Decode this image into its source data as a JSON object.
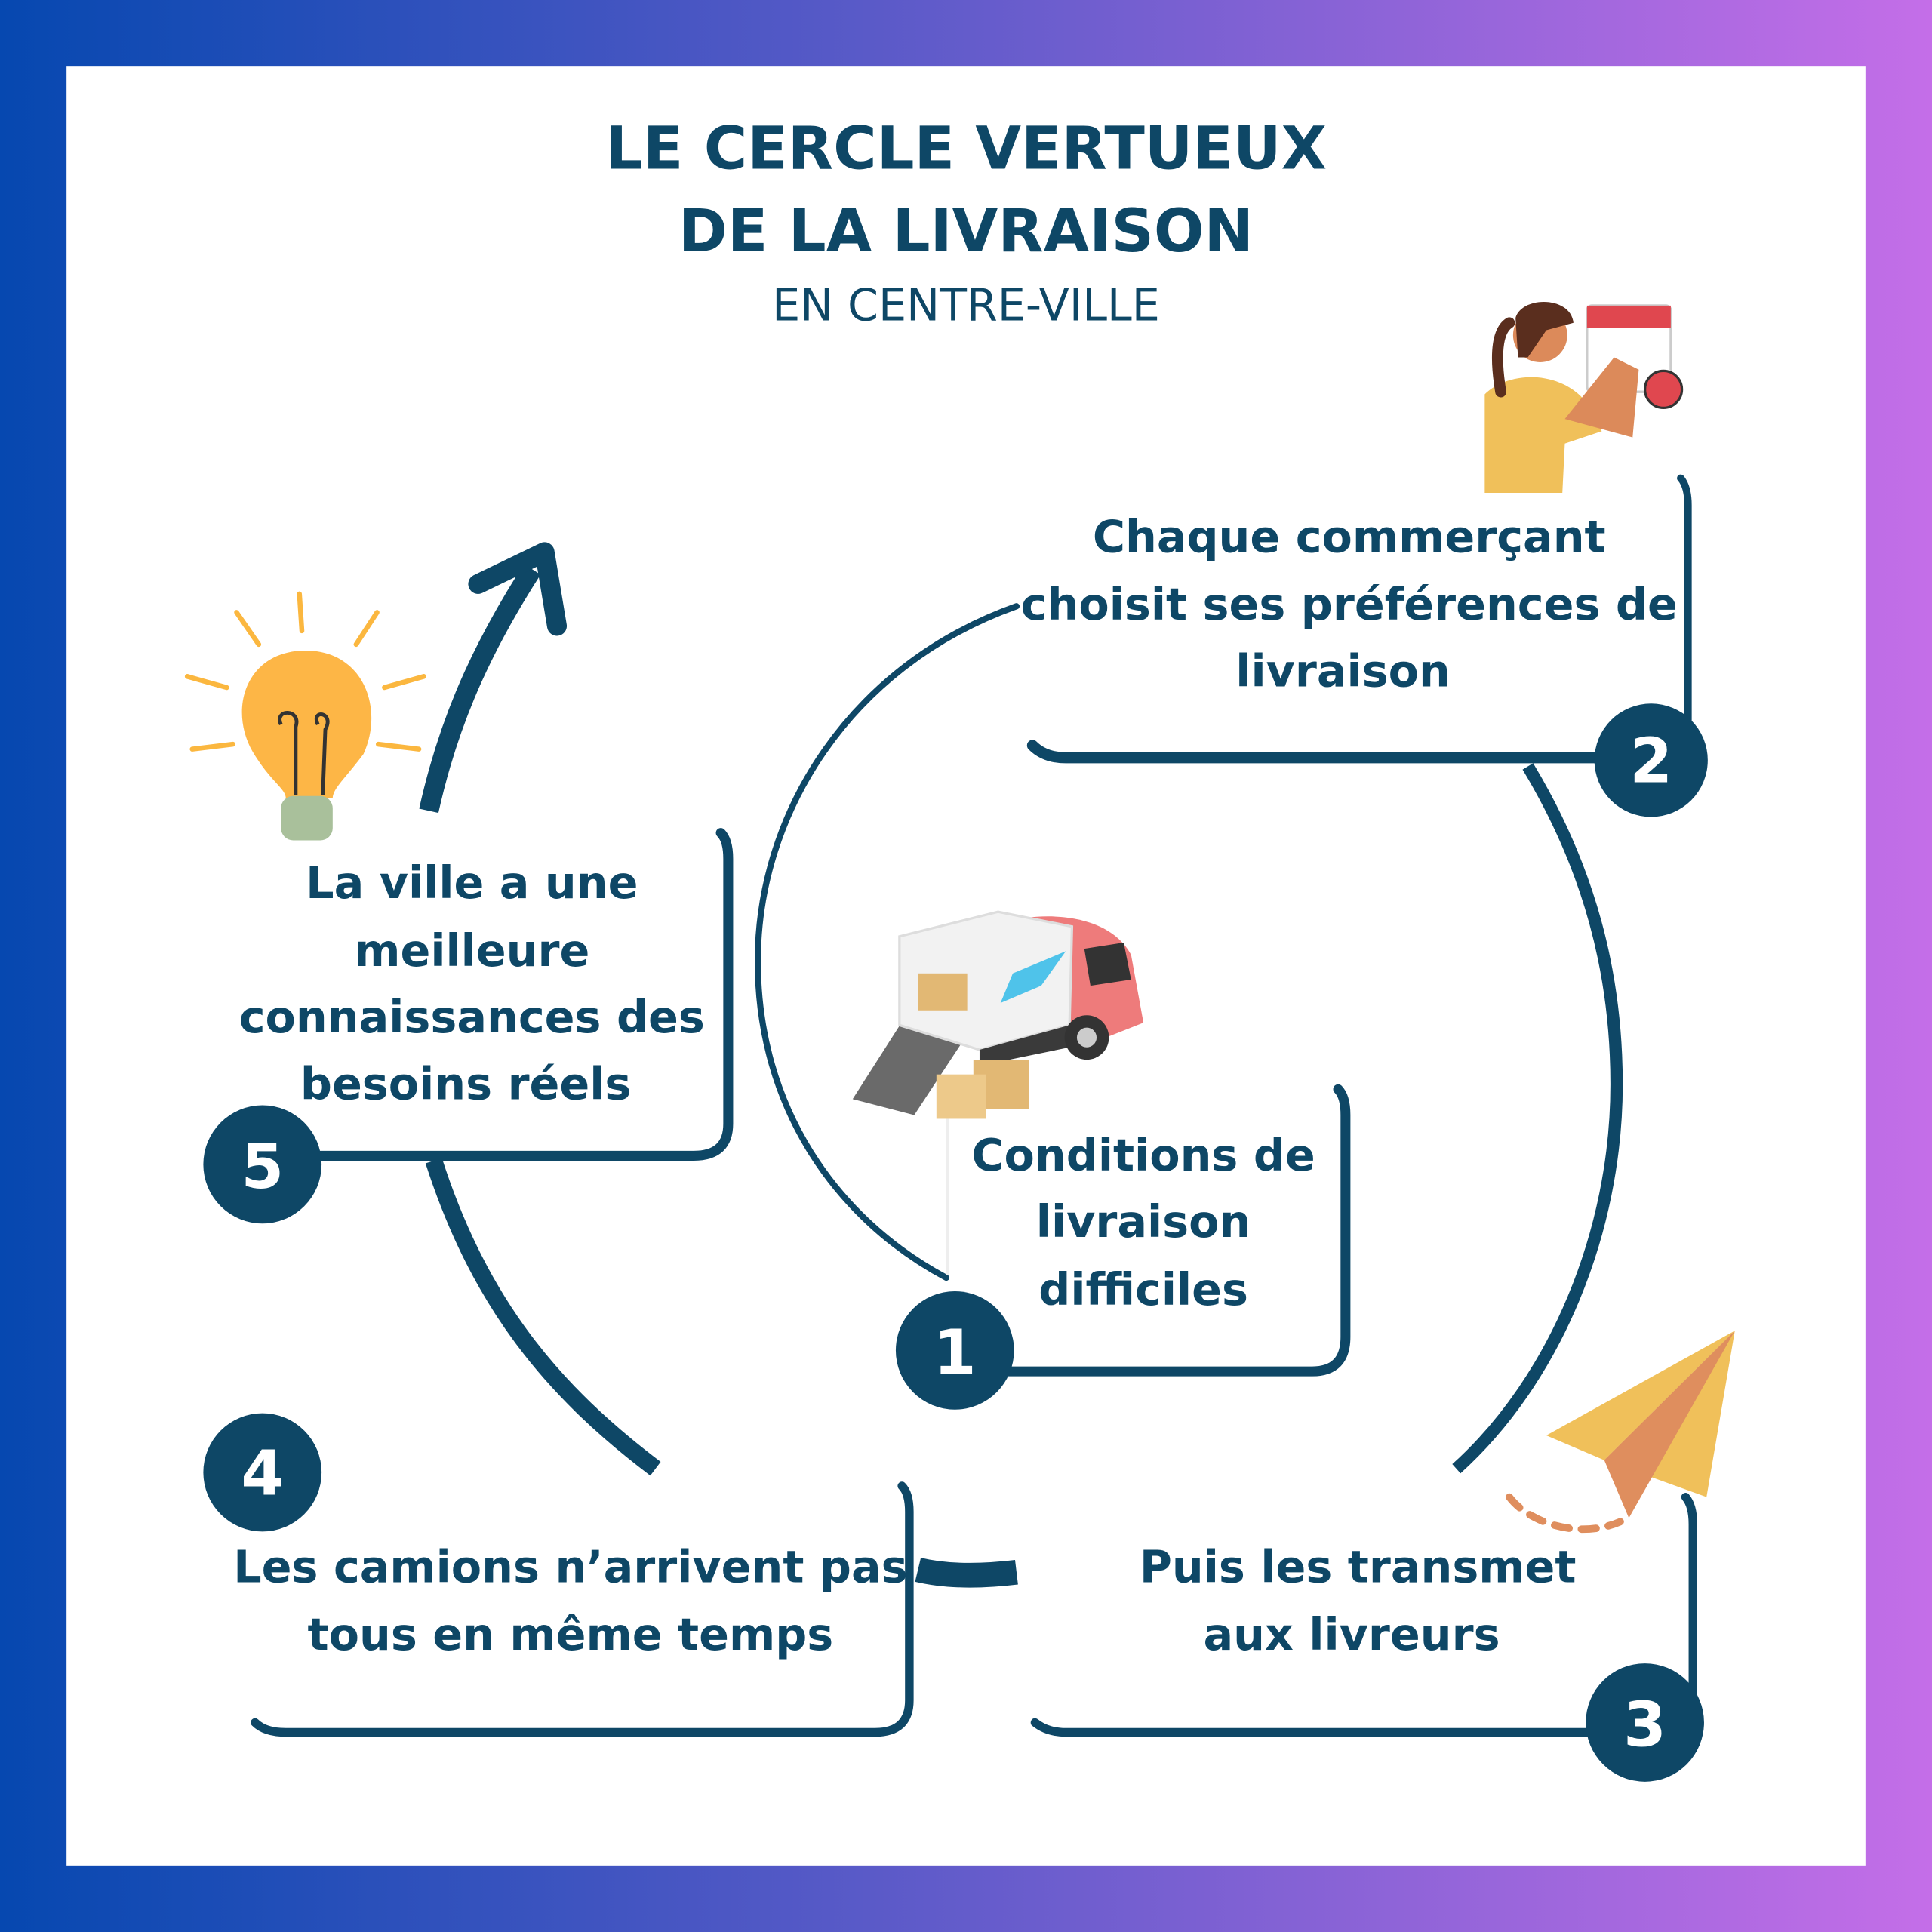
{
  "title": {
    "line1": "LE CERCLE VERTUEUX",
    "line2": "DE LA LIVRAISON",
    "subtitle": "EN CENTRE-VILLE"
  },
  "steps": [
    {
      "number": "1",
      "lines": [
        "Conditions de",
        "livraison",
        "difficiles"
      ]
    },
    {
      "number": "2",
      "lines": [
        "Chaque commerçant",
        "choisit ses préférences de",
        "livraison"
      ]
    },
    {
      "number": "3",
      "lines": [
        "Puis les transmet",
        "aux livreurs"
      ]
    },
    {
      "number": "4",
      "lines": [
        "Les camions n’arrivent pas",
        "tous en même temps"
      ]
    },
    {
      "number": "5",
      "lines": [
        "La ville a une",
        "meilleure",
        "connaissances des",
        "besoins réels"
      ]
    }
  ],
  "colors": {
    "primary": "#0e4766",
    "border_start": "#0648b0",
    "border_end": "#c46ee8"
  }
}
